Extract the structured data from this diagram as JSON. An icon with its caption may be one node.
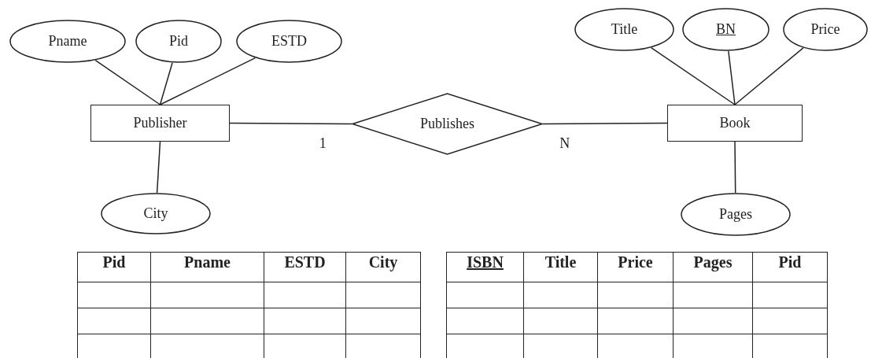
{
  "diagram": {
    "nodes": [
      {
        "text": [
          "Pname"
        ]
      },
      {
        "text": [
          "Pid"
        ]
      },
      {
        "text": [
          "ESTD"
        ]
      },
      {
        "text": [
          "Title"
        ]
      },
      {
        "text": [
          "BN"
        ]
      },
      {
        "text": [
          "Price"
        ]
      },
      {
        "text": [
          "Publisher"
        ]
      },
      {
        "text": [
          "Publishes"
        ]
      },
      {
        "text": [
          "Book"
        ]
      },
      {
        "text": [
          "City"
        ]
      },
      {
        "text": [
          "Pages"
        ]
      }
    ],
    "edges": [
      {
        "from": 0,
        "to": 6,
        "arrow": "none"
      },
      {
        "from": 1,
        "to": 6,
        "arrow": "none"
      },
      {
        "from": 2,
        "to": 6,
        "arrow": "none"
      },
      {
        "from": 6,
        "to": 9,
        "arrow": "none"
      },
      {
        "from": 6,
        "to": 7,
        "arrow": "none",
        "label": "1"
      },
      {
        "from": 7,
        "to": 8,
        "arrow": "none",
        "label": "N"
      },
      {
        "from": 3,
        "to": 8,
        "arrow": "none"
      },
      {
        "from": 4,
        "to": 8,
        "arrow": "none"
      },
      {
        "from": 5,
        "to": 8,
        "arrow": "none"
      },
      {
        "from": 8,
        "to": 10,
        "arrow": "none"
      }
    ],
    "labels": [
      "Pid",
      "Pname",
      "ESTD",
      "City",
      "ISBN",
      "Title",
      "Price",
      "Pages",
      "Pid"
    ]
  }
}
